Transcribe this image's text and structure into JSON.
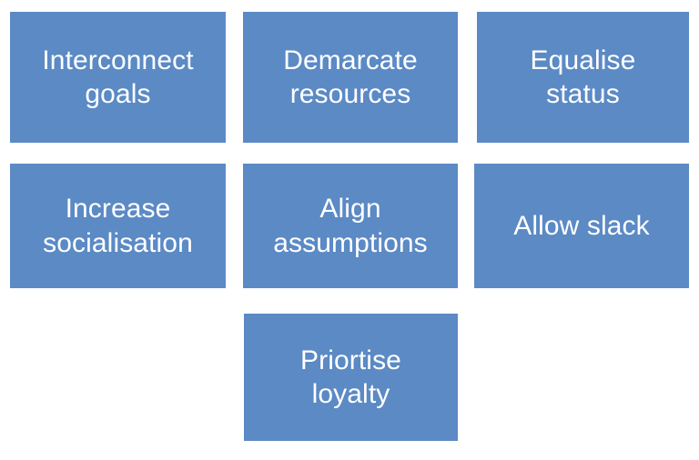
{
  "diagram": {
    "type": "grid-of-boxes",
    "background_color": "#ffffff",
    "box_color": "#5b8ac5",
    "text_color": "#ffffff",
    "rows": 3,
    "columns": 3,
    "nodes": [
      {
        "id": "interconnect-goals",
        "label": "Interconnect\ngoals",
        "row": 1,
        "column": 1
      },
      {
        "id": "demarcate-resources",
        "label": "Demarcate\nresources",
        "row": 1,
        "column": 2
      },
      {
        "id": "equalise-status",
        "label": "Equalise\nstatus",
        "row": 1,
        "column": 3
      },
      {
        "id": "increase-socialisation",
        "label": "Increase\nsocialisation",
        "row": 2,
        "column": 1
      },
      {
        "id": "align-assumptions",
        "label": "Align\nassumptions",
        "row": 2,
        "column": 2
      },
      {
        "id": "allow-slack",
        "label": "Allow slack",
        "row": 2,
        "column": 3
      },
      {
        "id": "priortise-loyalty",
        "label": "Priortise\nloyalty",
        "row": 3,
        "column": 2
      }
    ]
  }
}
